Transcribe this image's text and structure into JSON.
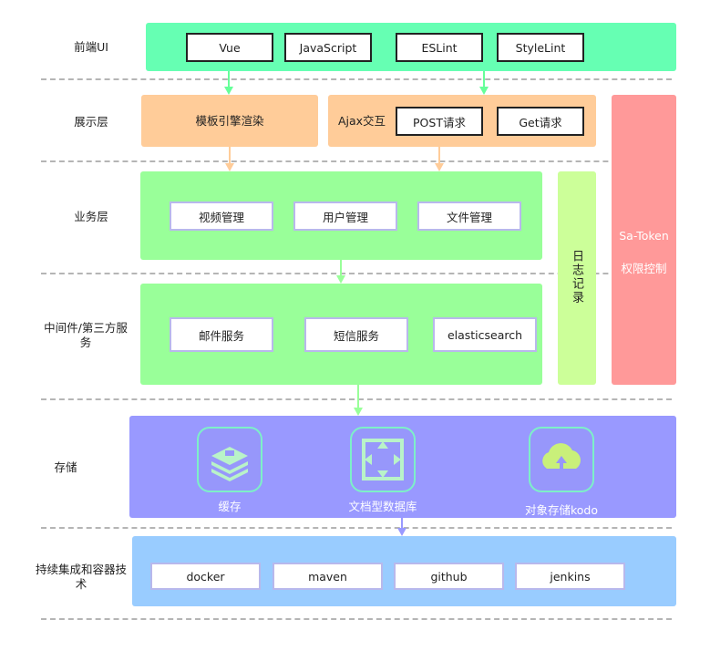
{
  "rows": {
    "frontend": "前端UI",
    "presentation": "展示层",
    "business": "业务层",
    "middleware": "中间件/第三方服务",
    "storage": "存储",
    "ci": "持续集成和容器技术"
  },
  "frontend": {
    "items": [
      "Vue",
      "JavaScript",
      "ESLint",
      "StyleLint"
    ]
  },
  "presentation": {
    "template": "模板引擎渲染",
    "ajax_label": "Ajax交互",
    "ajax_items": [
      "POST请求",
      "Get请求"
    ]
  },
  "business": {
    "items": [
      "视频管理",
      "用户管理",
      "文件管理"
    ]
  },
  "middleware": {
    "items": [
      "邮件服务",
      "短信服务",
      "elasticsearch"
    ]
  },
  "log": {
    "label": "日志记录"
  },
  "auth": {
    "title": "Sa-Token",
    "subtitle": "权限控制"
  },
  "storage": {
    "items": [
      "缓存",
      "文档型数据库",
      "对象存储kodo"
    ]
  },
  "ci": {
    "items": [
      "docker",
      "maven",
      "github",
      "jenkins"
    ]
  },
  "colors": {
    "frontend": "#66ffb3",
    "presentation": "#ffcc99",
    "business": "#99ff99",
    "log": "#ccff99",
    "auth": "#ff9999",
    "storage": "#9999ff",
    "ci": "#99ccff",
    "arrow_green": "#66ff99",
    "arrow_orange": "#ffcc99",
    "arrow_purple": "#9999ff"
  }
}
